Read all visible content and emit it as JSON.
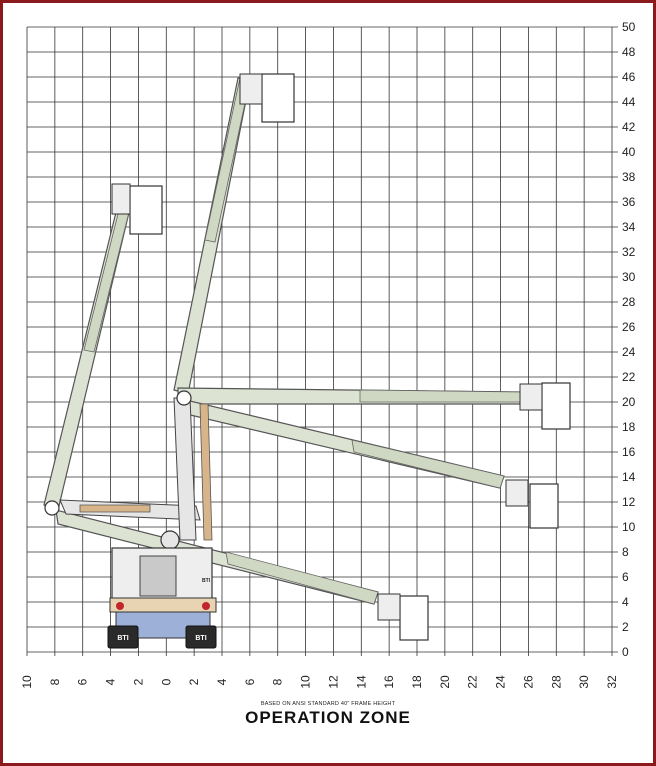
{
  "chart_data": {
    "type": "diagram",
    "x_axis": {
      "tick_labels": [
        "10",
        "8",
        "6",
        "4",
        "2",
        "0",
        "2",
        "4",
        "6",
        "8",
        "10",
        "12",
        "14",
        "16",
        "18",
        "20",
        "22",
        "24",
        "26",
        "28",
        "30",
        "32"
      ]
    },
    "y_axis": {
      "tick_labels": [
        "0",
        "2",
        "4",
        "6",
        "8",
        "10",
        "12",
        "14",
        "16",
        "18",
        "20",
        "22",
        "24",
        "26",
        "28",
        "30",
        "32",
        "34",
        "36",
        "38",
        "40",
        "42",
        "44",
        "46",
        "48",
        "50"
      ]
    },
    "truck_badge": "BTI",
    "caption_small": "BASED ON ANSI STANDARD 40\" FRAME HEIGHT",
    "caption_title": "OPERATION ZONE"
  },
  "colors": {
    "frame": "#8b1a1f",
    "grid": "#333333",
    "boom_fill": "#dde3d3",
    "boom_stroke": "#555555",
    "truck_red": "#c0262c",
    "truck_blue": "#9db0d8"
  }
}
